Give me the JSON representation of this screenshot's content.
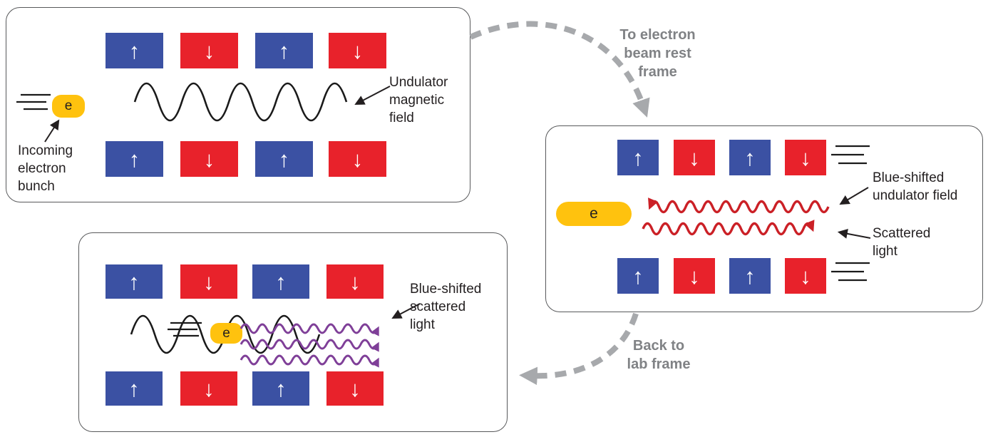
{
  "colors": {
    "magnet_blue": "#3b51a3",
    "magnet_red": "#e8222b",
    "electron_yellow": "#ffc20e",
    "wave_black": "#1a1a1a",
    "wave_red": "#cb2026",
    "wave_purple": "#7f3f98",
    "frame_arrow_gray": "#a7a9ac",
    "label_gray": "#808285",
    "panel_border": "#58595b"
  },
  "panel_lab_initial": {
    "top_magnets": [
      "↑",
      "↓",
      "↑",
      "↓"
    ],
    "bottom_magnets": [
      "↑",
      "↓",
      "↑",
      "↓"
    ],
    "electron": "e",
    "undulator_label": "Undulator magnetic field",
    "incoming_label": "Incoming electron bunch"
  },
  "panel_rest_frame": {
    "top_magnets": [
      "↑",
      "↓",
      "↑",
      "↓"
    ],
    "bottom_magnets": [
      "↑",
      "↓",
      "↑",
      "↓"
    ],
    "electron": "e",
    "blue_shifted_label": "Blue-shifted undulator field",
    "scattered_label": "Scattered light"
  },
  "panel_lab_final": {
    "top_magnets": [
      "↑",
      "↓",
      "↑",
      "↓"
    ],
    "bottom_magnets": [
      "↑",
      "↓",
      "↑",
      "↓"
    ],
    "electron": "e",
    "scattered_label": "Blue-shifted scattered light"
  },
  "transitions": {
    "to_rest_frame": "To electron beam rest frame",
    "back_to_lab": "Back to lab frame"
  }
}
